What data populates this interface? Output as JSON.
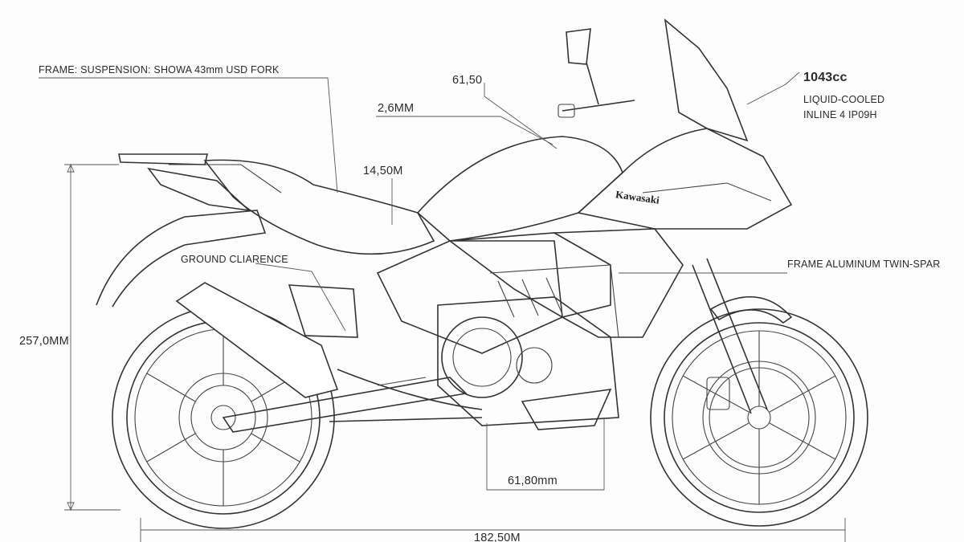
{
  "labels": {
    "frame_suspension": "FRAME: SUSPENSION: SHOWA 43mm USD FORK",
    "dim_61_50": "61,50",
    "dim_2_6mm": "2,6MM",
    "dim_14_50m": "14,50M",
    "ground_clearance": "GROUND CLIARENCE",
    "displacement": "1043cc",
    "engine_line1": "LIQUID-COOLED",
    "engine_line2": "INLINE 4 IP09H",
    "frame_aluminum": "FRAME  ALUMINUM TWIN-SPAR",
    "height": "257,0MM",
    "dim_61_80": "61,80mm",
    "length": "182,50M"
  },
  "brand": "Kawasaki",
  "colors": {
    "line": "#333333",
    "background": "#fdfdfd"
  }
}
